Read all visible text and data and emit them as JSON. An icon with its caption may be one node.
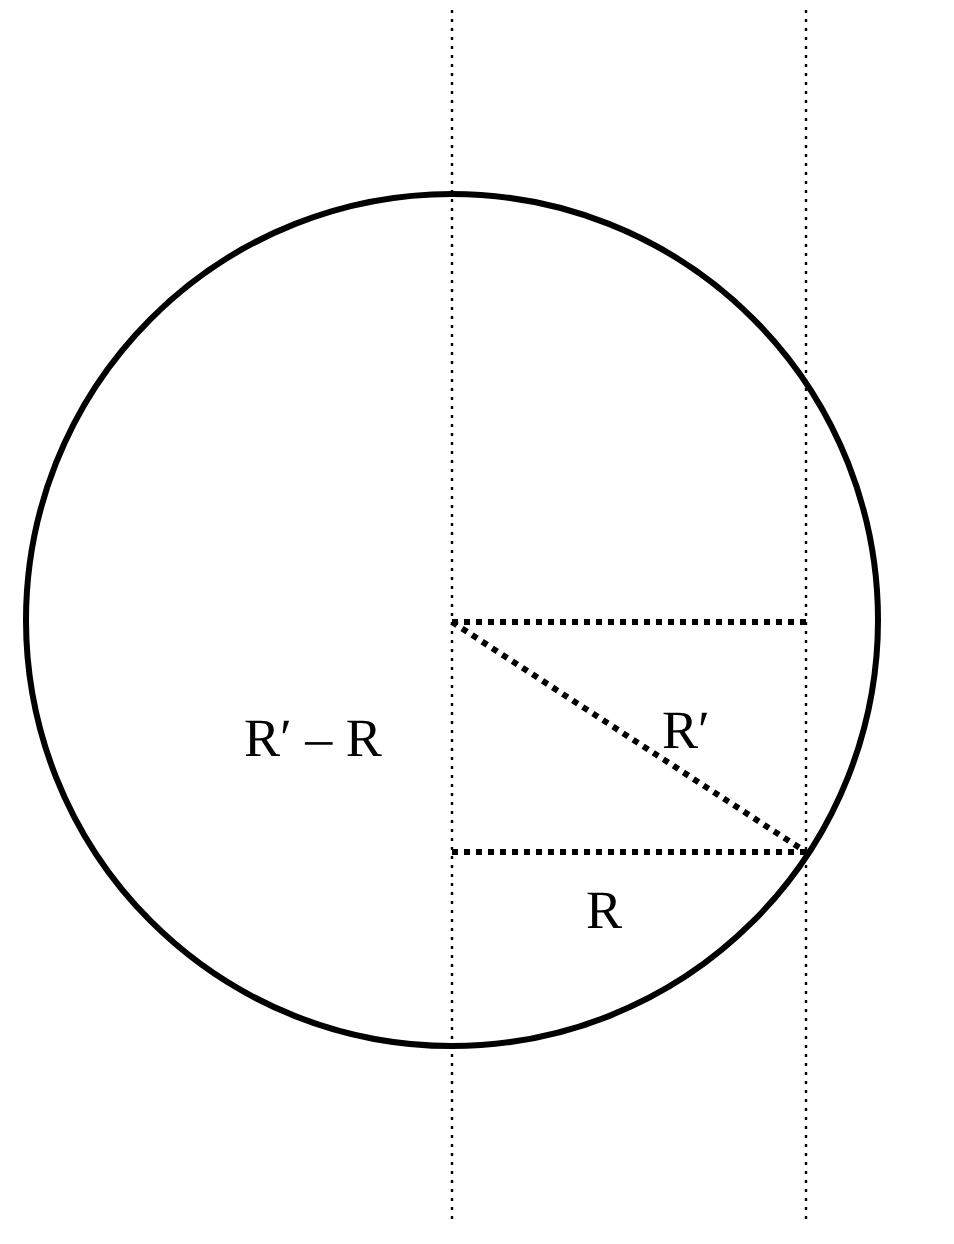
{
  "diagram": {
    "labels": [
      "R′ – R",
      "R′",
      "R"
    ]
  }
}
